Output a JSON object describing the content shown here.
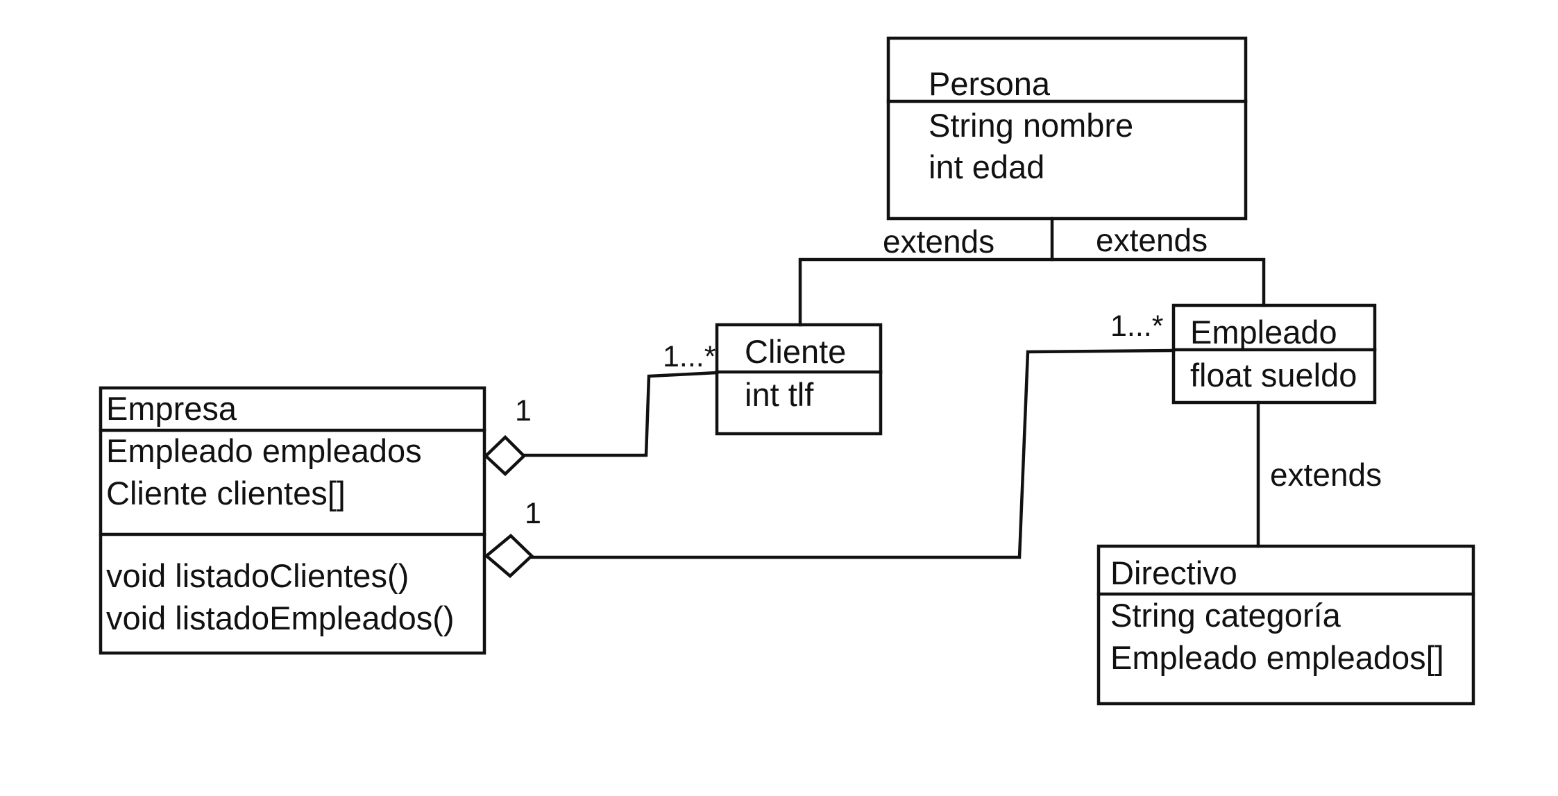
{
  "diagram": {
    "classes": {
      "persona": {
        "name": "Persona",
        "attributes": [
          "String nombre",
          "int edad"
        ],
        "methods": []
      },
      "cliente": {
        "name": "Cliente",
        "attributes": [
          "int tlf"
        ],
        "methods": []
      },
      "empleado": {
        "name": "Empleado",
        "attributes": [
          "float sueldo"
        ],
        "methods": []
      },
      "empresa": {
        "name": "Empresa",
        "attributes": [
          "Empleado empleados",
          "Cliente clientes[]"
        ],
        "methods": [
          "void listadoClientes()",
          "void listadoEmpleados()"
        ]
      },
      "directivo": {
        "name": "Directivo",
        "attributes": [
          "String categoría",
          "Empleado empleados[]"
        ],
        "methods": []
      }
    },
    "relations": {
      "cliente_extends": "extends",
      "empleado_extends": "extends",
      "directivo_extends": "extends",
      "empresa_cliente_one": "1",
      "empresa_cliente_many": "1...*",
      "empresa_empleado_one": "1",
      "empresa_empleado_many": "1...*"
    }
  }
}
